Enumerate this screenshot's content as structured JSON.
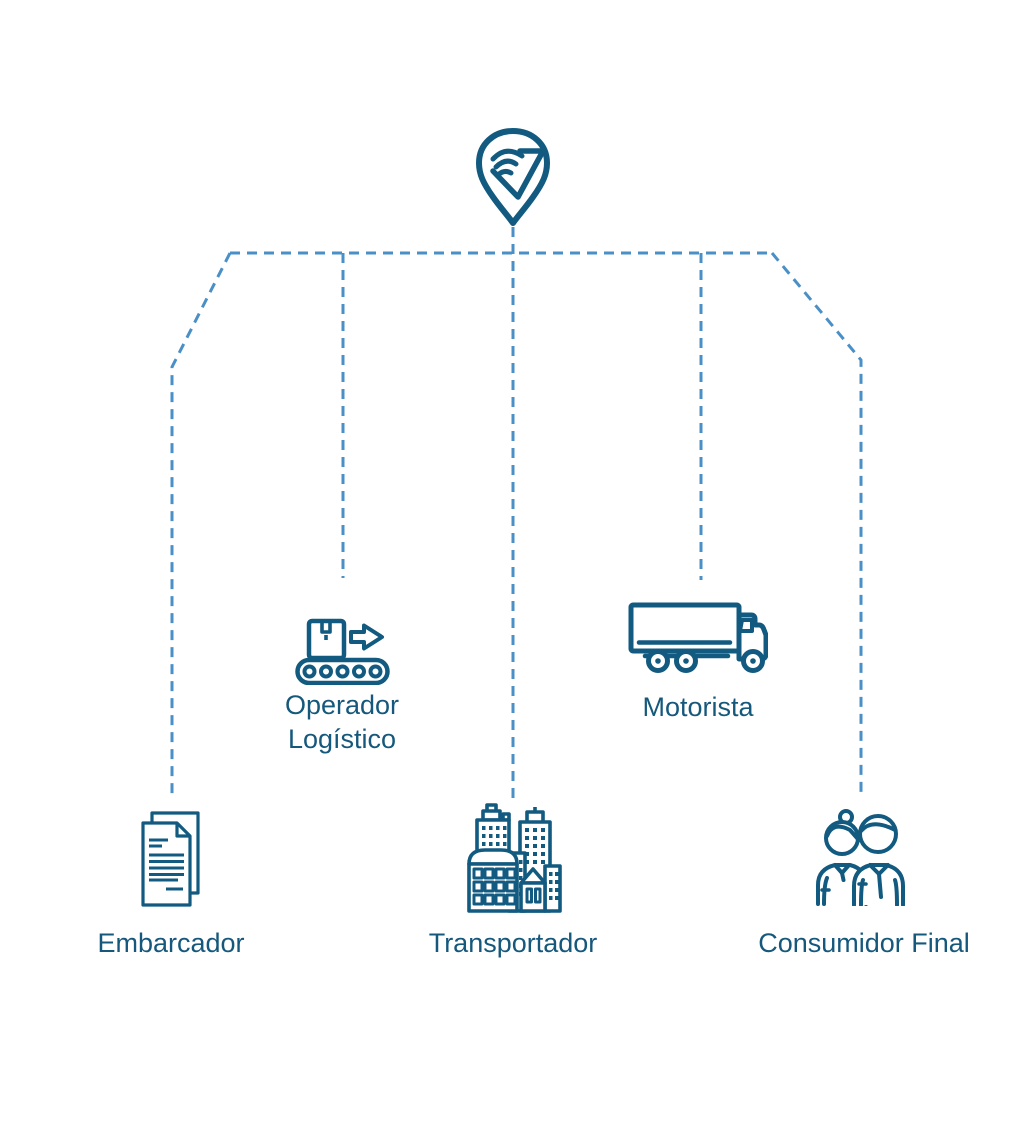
{
  "diagram": {
    "background": "#ffffff",
    "colors": {
      "icon_stroke": "#125a80",
      "connector_dash": "#4a90c7",
      "label_text": "#15587c"
    },
    "logo": {
      "name": "v-location-pin-logo"
    },
    "nodes": [
      {
        "id": "embarcador",
        "label": "Embarcador",
        "icon": "documents-icon"
      },
      {
        "id": "operador-logistico",
        "label": "Operador Logístico",
        "icon": "conveyor-belt-icon"
      },
      {
        "id": "transportador",
        "label": "Transportador",
        "icon": "city-buildings-icon"
      },
      {
        "id": "motorista",
        "label": "Motorista",
        "icon": "truck-icon"
      },
      {
        "id": "consumidor-final",
        "label": "Consumidor Final",
        "icon": "consumers-icon"
      }
    ]
  }
}
